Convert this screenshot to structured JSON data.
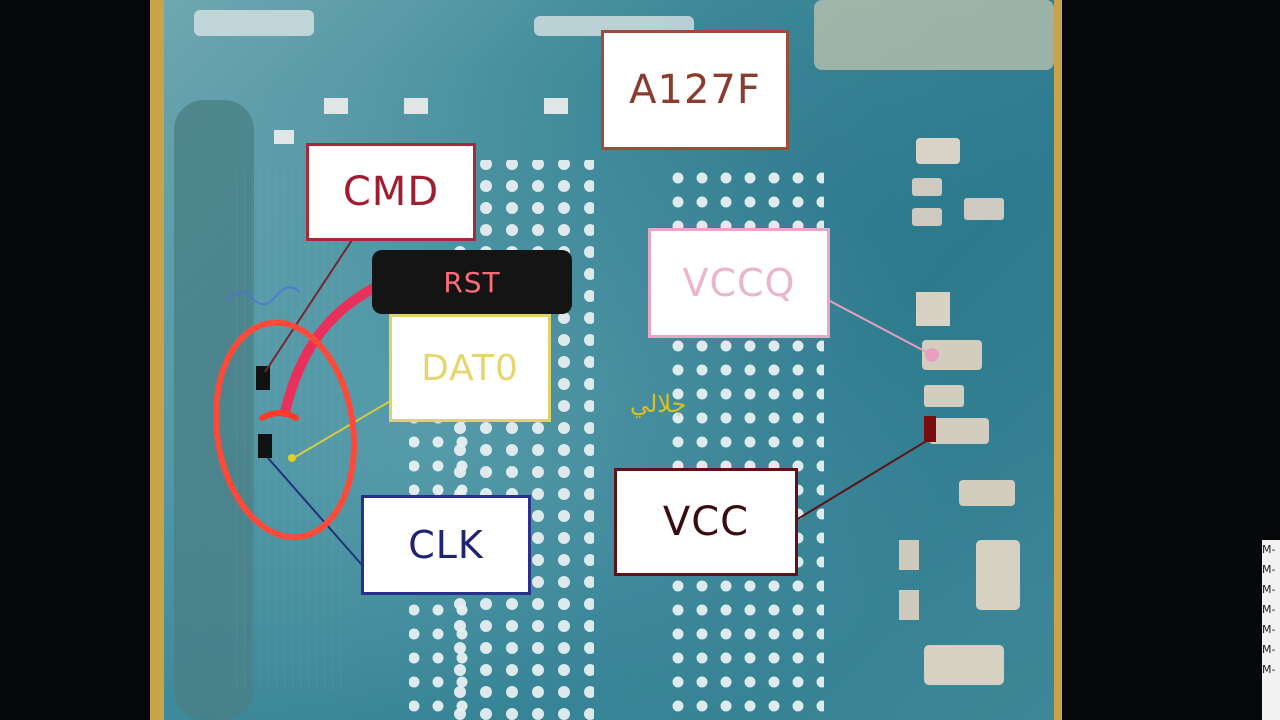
{
  "labels": {
    "model": "A127F",
    "cmd": "CMD",
    "rst": "RST",
    "dat0": "DAT0",
    "vccq": "VCCQ",
    "vcc": "VCC",
    "clk": "CLK"
  },
  "handwriting": {
    "arabic_note": "جلالي"
  },
  "edge_list": [
    "M-",
    "M-",
    "M-",
    "M-",
    "M-",
    "M-",
    "M-"
  ],
  "colors": {
    "model_border": "#9a4e3a",
    "model_text": "#8a3c2e",
    "cmd_border": "#a82a3a",
    "cmd_text": "#a01c30",
    "rst_text": "#ff6b7a",
    "dat0_border": "#e0d26a",
    "dat0_text": "#e6d570",
    "vccq_border": "#e8a7c4",
    "vccq_text": "#e9b6cc",
    "vcc_border": "#5a1418",
    "vcc_text": "#3a0c10",
    "clk_border": "#2a2f8a",
    "clk_text": "#1e2470",
    "circle": "#ff4a3a",
    "rst_trace": "#e8305a"
  }
}
